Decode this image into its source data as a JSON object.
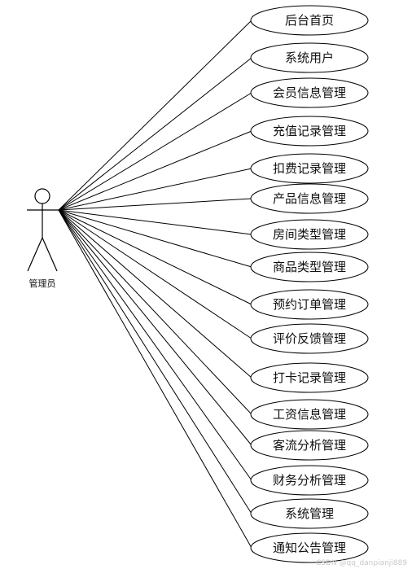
{
  "diagram": {
    "actor": {
      "name": "管理员"
    },
    "use_cases": [
      "后台首页",
      "系统用户",
      "会员信息管理",
      "充值记录管理",
      "扣费记录管理",
      "产品信息管理",
      "房间类型管理",
      "商品类型管理",
      "预约订单管理",
      "评价反馈管理",
      "打卡记录管理",
      "工资信息管理",
      "客流分析管理",
      "财务分析管理",
      "系统管理",
      "通知公告管理"
    ]
  },
  "watermark": "CSDN @qq_danpianji889"
}
